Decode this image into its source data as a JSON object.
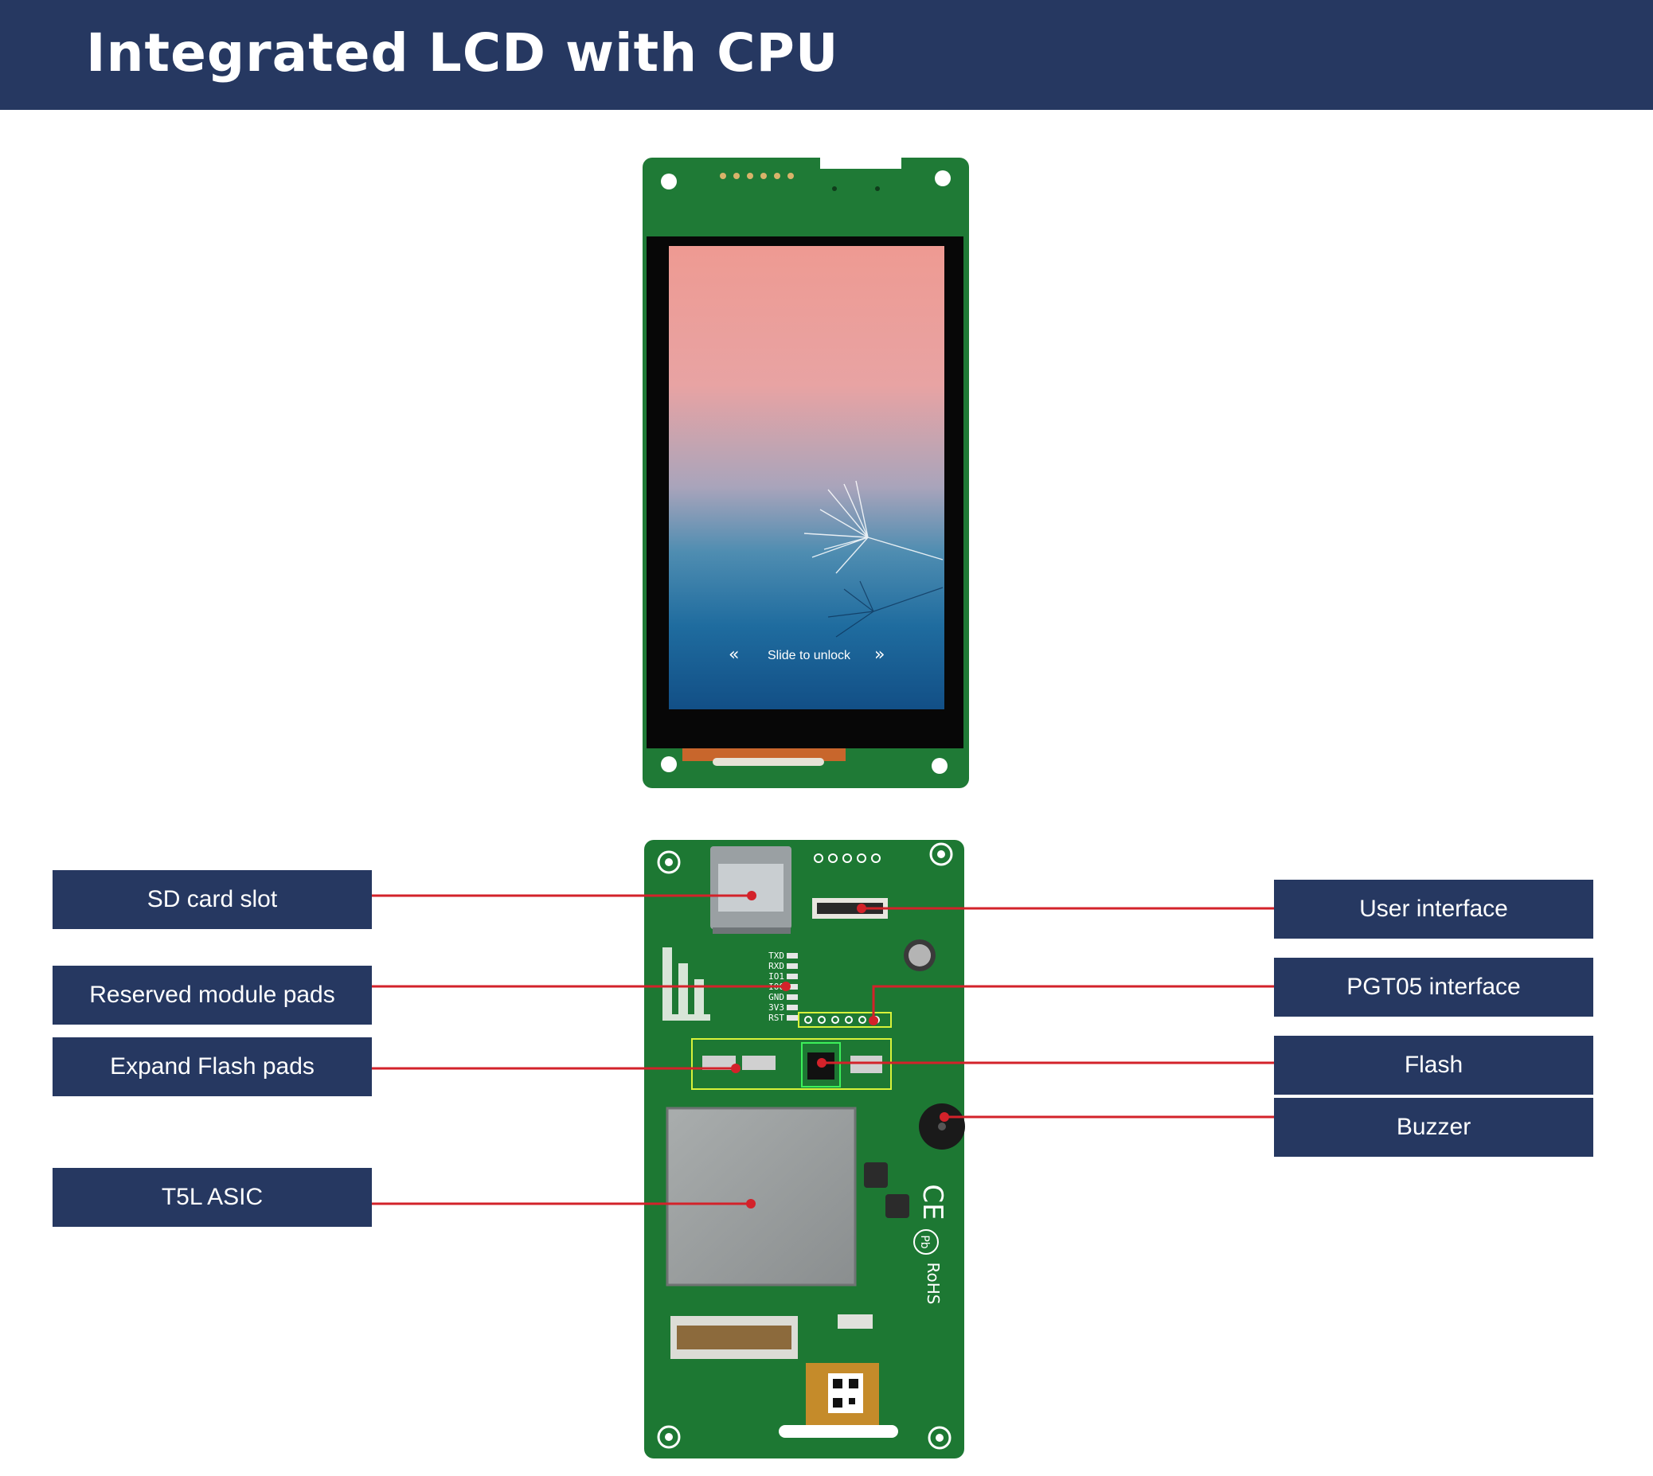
{
  "header": {
    "title": "Integrated LCD with CPU"
  },
  "screen": {
    "slide_text": "Slide to unlock",
    "left_arrows": "«",
    "right_arrows": "»"
  },
  "labels": {
    "sd_card_slot": "SD card slot",
    "reserved_module_pads": "Reserved module pads",
    "expand_flash_pads": "Expand Flash pads",
    "t5l_asic": "T5L ASIC",
    "user_interface": "User interface",
    "pgt05_interface": "PGT05 interface",
    "flash": "Flash",
    "buzzer": "Buzzer"
  },
  "board_markings": {
    "pin_labels": [
      "TXD",
      "RXD",
      "IO1",
      "IO0",
      "GND",
      "3V3",
      "RST"
    ],
    "rohs": "RoHS",
    "ce": "CE",
    "pb": "Pb"
  },
  "colors": {
    "header_bg": "#263861",
    "label_bg": "#263861",
    "pcb_green": "#1e7a35",
    "leader_line": "#d3222a",
    "highlight_box": "#d8f23a"
  }
}
